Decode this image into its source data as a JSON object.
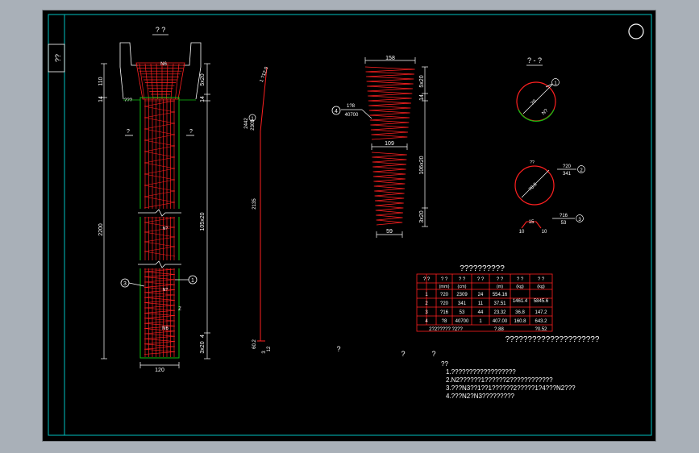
{
  "title_block": {
    "label": "??"
  },
  "elevation": {
    "title": "? ?",
    "top_label": "N6",
    "left_dims": [
      "110",
      "14",
      "2200",
      "??? "
    ],
    "right_dims": [
      "5x20",
      "14",
      "105x20",
      "4",
      "3x20"
    ],
    "bottom_dim": "120",
    "cut_marks": [
      "?",
      "?"
    ],
    "callouts": [
      "3",
      "1"
    ],
    "mid_labels": [
      "N?",
      "N?",
      "N6",
      "Z"
    ]
  },
  "main_bar": {
    "labels": [
      "1 ?12.0",
      "2442",
      "2309",
      "2135",
      "60.2",
      "3",
      "12"
    ],
    "callout": "1"
  },
  "spiral": {
    "top_dim": "158",
    "mid_dim": "109",
    "bottom_dim": "59",
    "right_dims": [
      "5x20",
      "14",
      "106x20",
      "3x20"
    ],
    "callout": "4",
    "callout_text": [
      "1?8",
      "40700"
    ]
  },
  "section": {
    "title": "? - ?",
    "ring_labels": [
      "N?",
      "?0"
    ],
    "callouts": [
      "1",
      "2",
      "3"
    ],
    "ring2_labels": [
      "??",
      "?0.6"
    ],
    "bar2_text": [
      "?20",
      "341"
    ],
    "bar3_text": [
      "?16",
      "53"
    ],
    "bar3_dims": [
      "10",
      "15",
      "10"
    ]
  },
  "table": {
    "title": "??????????",
    "headers": [
      "? ?",
      "? ?",
      "? ?",
      "? ?",
      "? ?",
      "? ?",
      "? ?"
    ],
    "subheaders": [
      "",
      "(mm)",
      "(cm)",
      "",
      "(m)",
      "(kg)",
      "(kg)"
    ],
    "rows": [
      [
        "1",
        "?20",
        "2309",
        "24",
        "554.16",
        "1461.4",
        "5845.6"
      ],
      [
        "2",
        "?20",
        "341",
        "11",
        "37.51",
        "",
        ""
      ],
      [
        "3",
        "?16",
        "53",
        "44",
        "23.32",
        "36.8",
        "147.2"
      ],
      [
        "4",
        "?8",
        "40700",
        "1",
        "407.00",
        "160.8",
        "643.2"
      ]
    ],
    "footer": [
      "2?2????? ?2??",
      "?.88",
      "?0.52"
    ],
    "caption": "?????????????????????"
  },
  "stray_marks": [
    "?",
    "?",
    "?"
  ],
  "notes": {
    "heading": "??",
    "lines": [
      "1.??????????????????",
      "2.N2??????1??????2????????????",
      "3.???N3??1??1??????2?????1?4???N2???",
      "4.???N2?N3?????????"
    ]
  },
  "colors": {
    "background": "#000000",
    "frame": "#00c0c0",
    "rebar": "#ff2020",
    "outline": "#10c010",
    "dimension": "#ffffff"
  }
}
